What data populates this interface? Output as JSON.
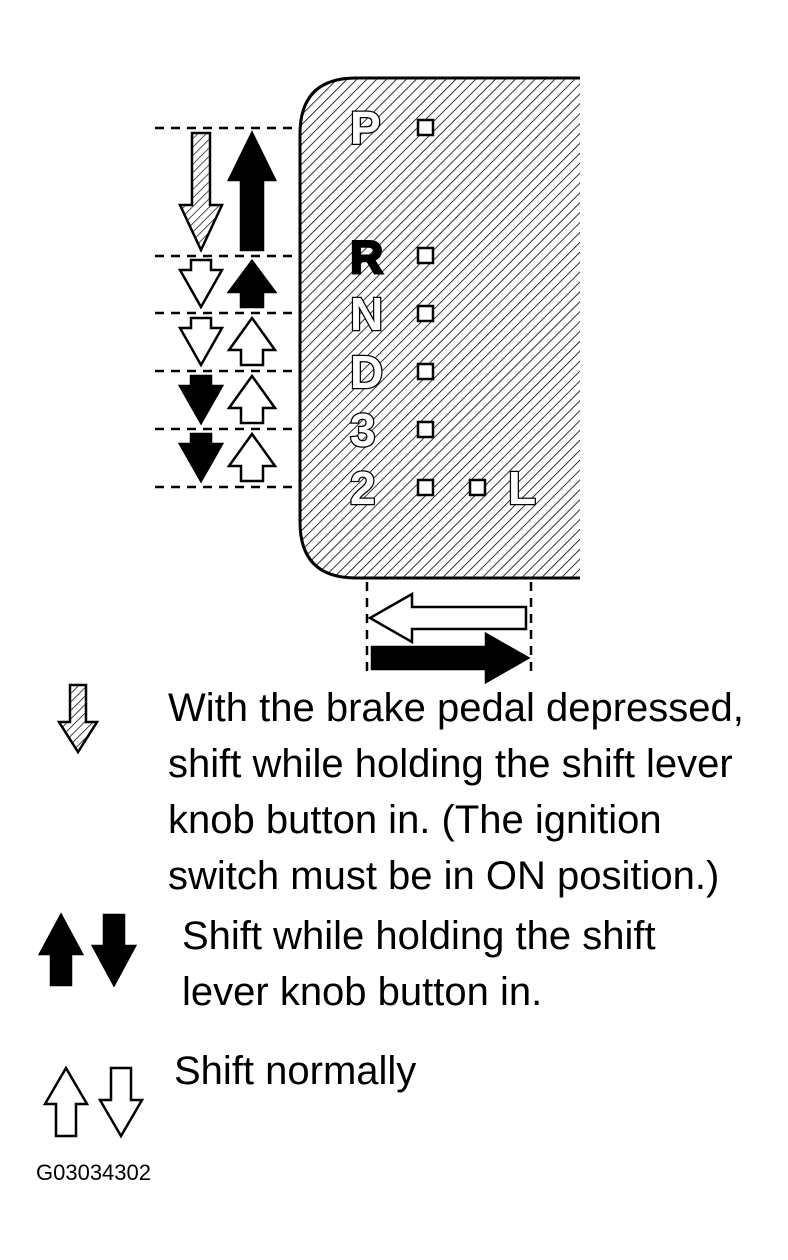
{
  "gate": {
    "positions": [
      "P",
      "R",
      "N",
      "D",
      "3",
      "2"
    ],
    "side_position": "L"
  },
  "legend": [
    {
      "icon": "hatched-down-arrow-icon",
      "lines": [
        "With the brake pedal depressed,",
        "shift while holding the shift lever",
        "knob button in. (The ignition",
        "switch must be in ON position.)"
      ]
    },
    {
      "icon": "solid-up-down-arrows-icon",
      "lines": [
        "Shift while holding the shift",
        "lever knob button in."
      ]
    },
    {
      "icon": "outline-up-down-arrows-icon",
      "lines": [
        "Shift normally"
      ]
    }
  ],
  "figure_id": "G03034302",
  "colors": {
    "ink": "#000000",
    "paper": "#ffffff"
  }
}
